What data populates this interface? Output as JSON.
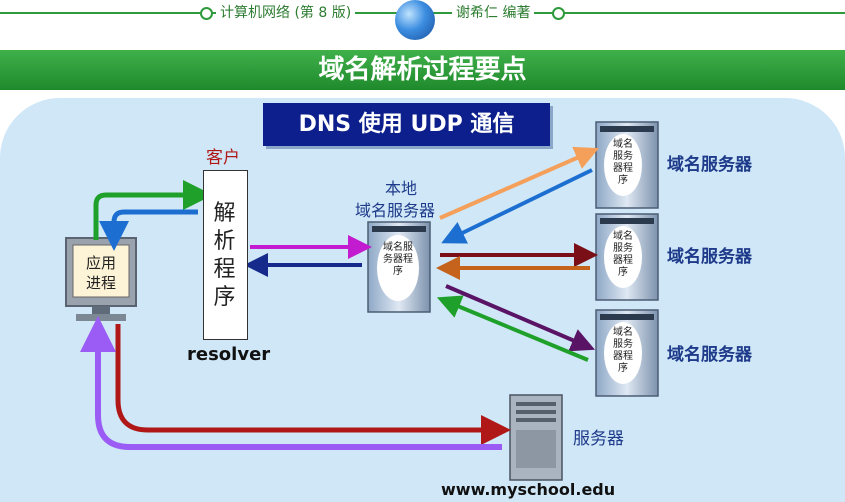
{
  "header": {
    "left_text": "计算机网络 (第 8 版)",
    "right_text": "谢希仁 编著"
  },
  "title": "域名解析过程要点",
  "banner": "DNS 使用 UDP 通信",
  "client_label": "客户",
  "resolver_text": "解析程序",
  "resolver_label": "resolver",
  "app_process_text": "应用进程",
  "local_dns_label_line1": "本地",
  "local_dns_label_line2": "域名服务器",
  "dns_program_text": "域名服务器程序",
  "remote_servers": [
    {
      "label": "域名服务器",
      "program": "域名服务器程序"
    },
    {
      "label": "域名服务器",
      "program": "域名服务器程序"
    },
    {
      "label": "域名服务器",
      "program": "域名服务器程序"
    }
  ],
  "web_server_label": "服务器",
  "web_server_domain": "www.myschool.edu",
  "colors": {
    "header_green": "#2e9a3c",
    "title_green": "#1f8a2c",
    "panel_blue": "#cfe7f6",
    "banner_navy": "#0d1f8c",
    "arrow_green": "#1ea02a",
    "arrow_blue": "#1c6fd1",
    "arrow_magenta": "#c21bd0",
    "arrow_navy": "#152a8a",
    "arrow_orange": "#f5a05a",
    "arrow_darkred": "#7a0f18",
    "arrow_brown": "#c5621b",
    "arrow_purple": "#5a1466",
    "arrow_red": "#b01818",
    "arrow_violet": "#9a5cf5"
  }
}
